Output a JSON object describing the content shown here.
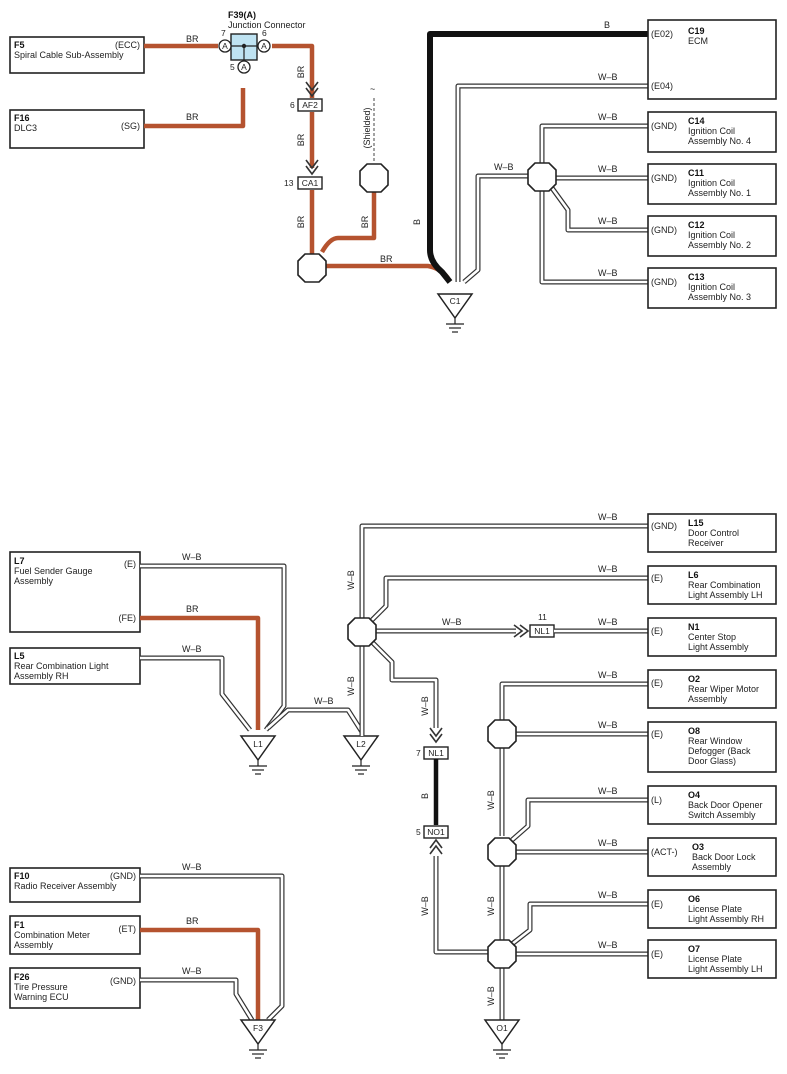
{
  "components": {
    "F5": {
      "id": "F5",
      "name": "Spiral Cable Sub-Assembly",
      "pin": "(ECC)"
    },
    "F16": {
      "id": "F16",
      "name": "DLC3",
      "pin": "(SG)"
    },
    "F39": {
      "id": "F39(A)",
      "name": "Junction Connector",
      "pins": [
        "7",
        "6",
        "5"
      ],
      "pin_letter": "A"
    },
    "C19": {
      "id": "C19",
      "name": "ECM",
      "pins": [
        "(E02)",
        "(E04)"
      ]
    },
    "C14": {
      "id": "C14",
      "name1": "Ignition Coil",
      "name2": "Assembly No. 4",
      "pin": "(GND)"
    },
    "C11": {
      "id": "C11",
      "name1": "Ignition Coil",
      "name2": "Assembly No. 1",
      "pin": "(GND)"
    },
    "C12": {
      "id": "C12",
      "name1": "Ignition Coil",
      "name2": "Assembly No. 2",
      "pin": "(GND)"
    },
    "C13": {
      "id": "C13",
      "name1": "Ignition Coil",
      "name2": "Assembly No. 3",
      "pin": "(GND)"
    },
    "L7": {
      "id": "L7",
      "name1": "Fuel Sender Gauge",
      "name2": "Assembly",
      "pins": [
        "(E)",
        "(FE)"
      ]
    },
    "L5": {
      "id": "L5",
      "name1": "Rear Combination Light",
      "name2": "Assembly RH",
      "pin": "(E)"
    },
    "L15": {
      "id": "L15",
      "name1": "Door Control",
      "name2": "Receiver",
      "pin": "(GND)"
    },
    "L6": {
      "id": "L6",
      "name1": "Rear Combination",
      "name2": "Light Assembly LH",
      "pin": "(E)"
    },
    "N1": {
      "id": "N1",
      "name1": "Center Stop",
      "name2": "Light Assembly",
      "pin": "(E)"
    },
    "O2": {
      "id": "O2",
      "name1": "Rear Wiper Motor",
      "name2": "Assembly",
      "pin": "(E)"
    },
    "O8": {
      "id": "O8",
      "name1": "Rear Window",
      "name2": "Defogger (Back",
      "name3": "Door Glass)",
      "pin": "(E)"
    },
    "O4": {
      "id": "O4",
      "name1": "Back Door Opener",
      "name2": "Switch Assembly",
      "pin": "(L)"
    },
    "O3": {
      "id": "O3",
      "name1": "Back Door Lock",
      "name2": "Assembly",
      "pin": "(ACT-)"
    },
    "O6": {
      "id": "O6",
      "name1": "License Plate",
      "name2": "Light Assembly RH",
      "pin": "(E)"
    },
    "O7": {
      "id": "O7",
      "name1": "License Plate",
      "name2": "Light Assembly LH",
      "pin": "(E)"
    },
    "F10": {
      "id": "F10",
      "name": "Radio Receiver Assembly",
      "pin": "(GND)"
    },
    "F1": {
      "id": "F1",
      "name1": "Combination Meter",
      "name2": "Assembly",
      "pin": "(ET)"
    },
    "F26": {
      "id": "F26",
      "name1": "Tire Pressure",
      "name2": "Warning ECU",
      "pin": "(GND)"
    }
  },
  "connectors": {
    "AF2": {
      "label": "AF2",
      "pin": "6"
    },
    "CA1": {
      "label": "CA1",
      "pin": "13"
    },
    "NL1a": {
      "label": "NL1",
      "pin": "11"
    },
    "NL1b": {
      "label": "NL1",
      "pin": "7"
    },
    "NO1": {
      "label": "NO1",
      "pin": "5"
    }
  },
  "grounds": [
    "C1",
    "L1",
    "L2",
    "F3",
    "O1"
  ],
  "wire_colors": {
    "BR": "BR",
    "B": "B",
    "WB": "W–B"
  },
  "notes": {
    "shielded": "(Shielded)",
    "tilde": "~"
  },
  "colors": {
    "brown_wire": "#b5532f",
    "black_wire": "#111111",
    "junction_fill": "#bfe3f2"
  }
}
